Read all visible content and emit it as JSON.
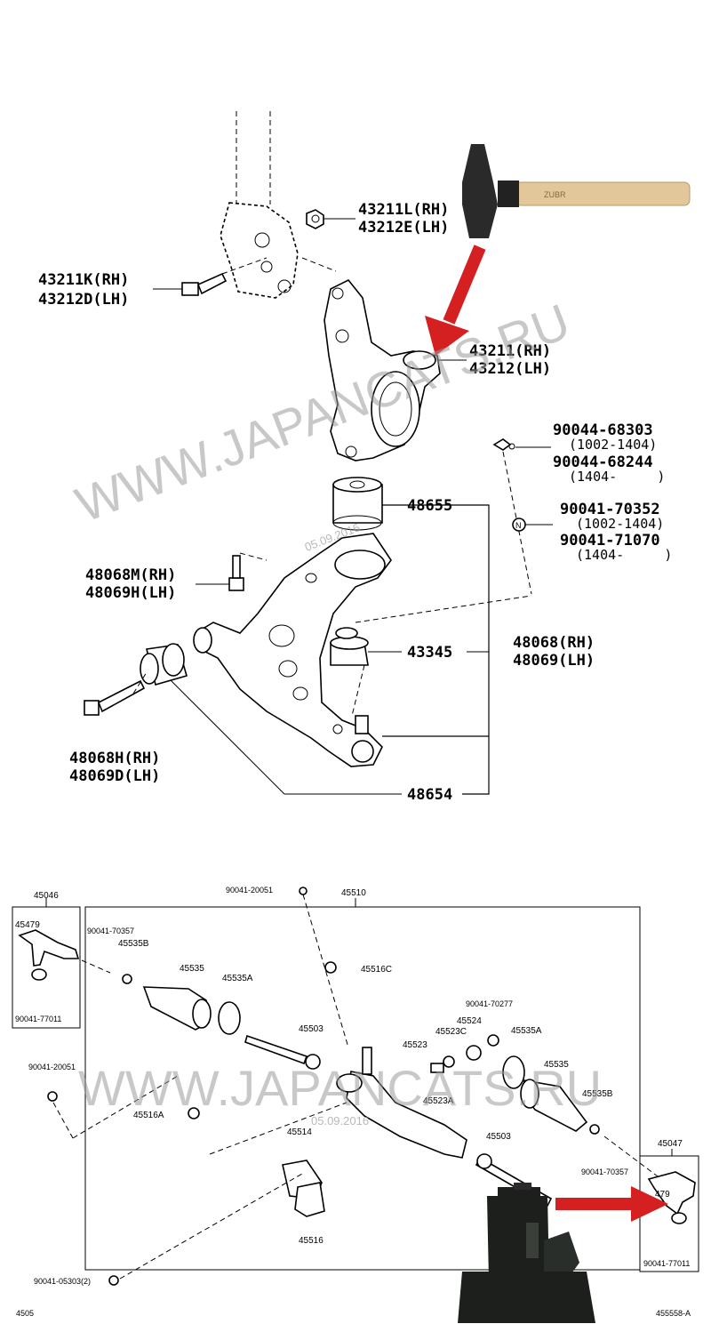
{
  "upper": {
    "knuckle_bolt_nut": [
      "43211L(RH)",
      "43212E(LH)"
    ],
    "knuckle_bolt": [
      "43211K(RH)",
      "43212D(LH)"
    ],
    "knuckle": [
      "43211(RH)",
      "43212(LH)"
    ],
    "clip_1": [
      "90044-68303",
      "(1002-1404)",
      "90044-68244",
      "(1404-     )"
    ],
    "nut_1": [
      "90041-70352",
      "(1002-1404)",
      "90041-71070",
      "(1404-     )"
    ],
    "bushing_front": "48655",
    "bolt_arm": [
      "48068M(RH)",
      "48069H(LH)"
    ],
    "ball_joint": "43345",
    "arm_assy": [
      "48068(RH)",
      "48069(LH)"
    ],
    "bolt_front": [
      "48068H(RH)",
      "48069D(LH)"
    ],
    "bushing_rear": "48654"
  },
  "lower": {
    "left_box": "45046",
    "left_arm": "45479",
    "left_nut": "90041-77011",
    "top_nut": "90041-20051",
    "main_box": "45510",
    "p1": "90041-70357",
    "p2": "45535B",
    "p3": "45535",
    "p4": "45535A",
    "p5": "45516C",
    "p6": "45503",
    "p7": "90041-20051",
    "p8": "45516A",
    "p9": "45514",
    "p10": "45516",
    "p11": "90041-05303(2)",
    "p12": "45523",
    "p13": "45523C",
    "p14": "45524",
    "p15": "90041-70277",
    "p16": "45535A",
    "p17": "45535",
    "p18": "45523A",
    "p19": "45535B",
    "p20": "45503",
    "p21": "90041-70357",
    "right_box": "45047",
    "right_arm": "479",
    "right_nut": "90041-77011",
    "footer_left": "4505",
    "footer_right": "455558-A"
  },
  "watermark": {
    "text": "WWW.JAPANCATS.RU",
    "date": "05.09.2016"
  },
  "colors": {
    "arrow": "#d42020",
    "hammer_head": "#2a2a2a",
    "hammer_handle": "#e2c79a",
    "jack": "#1c1f1c"
  }
}
